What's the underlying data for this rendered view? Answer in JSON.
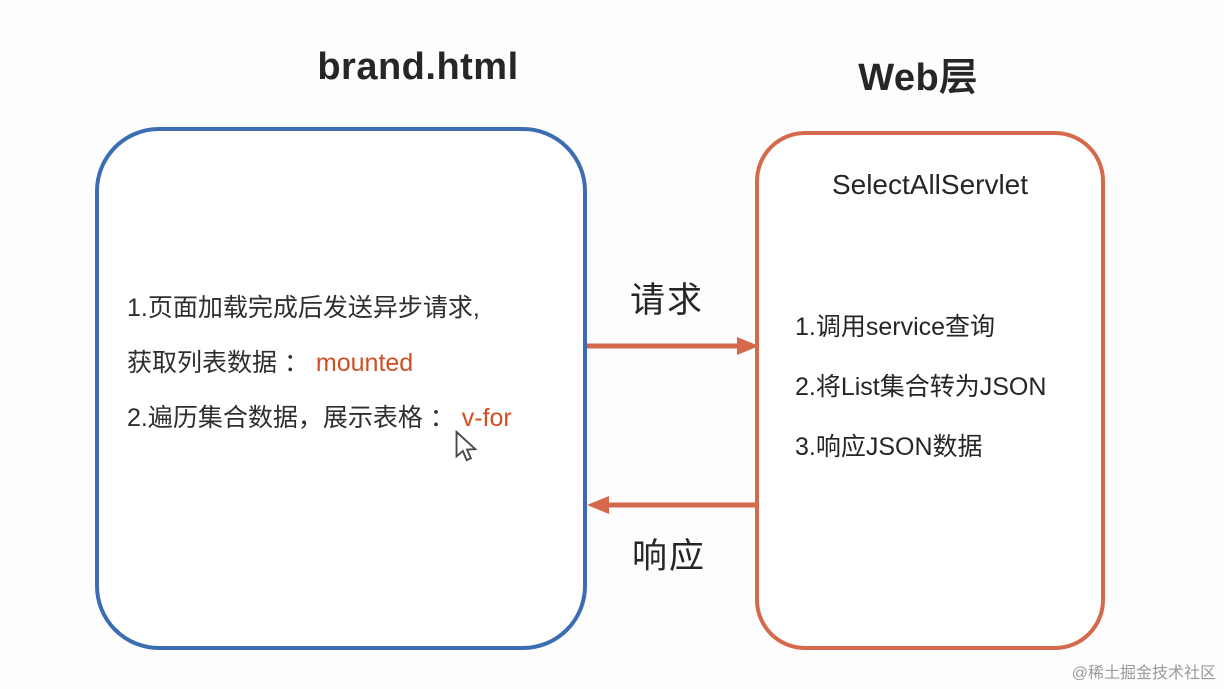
{
  "diagram": {
    "left_title": "brand.html",
    "right_title": "Web层",
    "left_box": {
      "line1": "1.页面加载完成后发送异步请求,",
      "line2_prefix": "获取列表数据  ： ",
      "line2_highlight": "mounted",
      "line3_prefix": "2.遍历集合数据，展示表格 ： ",
      "line3_highlight": "v-for"
    },
    "right_box": {
      "title": "SelectAllServlet",
      "items": [
        "1.调用service查询",
        "2.将List集合转为JSON",
        "3.响应JSON数据"
      ]
    },
    "arrows": {
      "request_label": "请求",
      "response_label": "响应"
    },
    "colors": {
      "blue_border": "#3c6db3",
      "orange_border": "#d4694b",
      "arrow_orange": "#d4694b",
      "highlight_text": "#d14e22",
      "body_text": "#262626"
    },
    "watermark": "@稀土掘金技术社区"
  }
}
